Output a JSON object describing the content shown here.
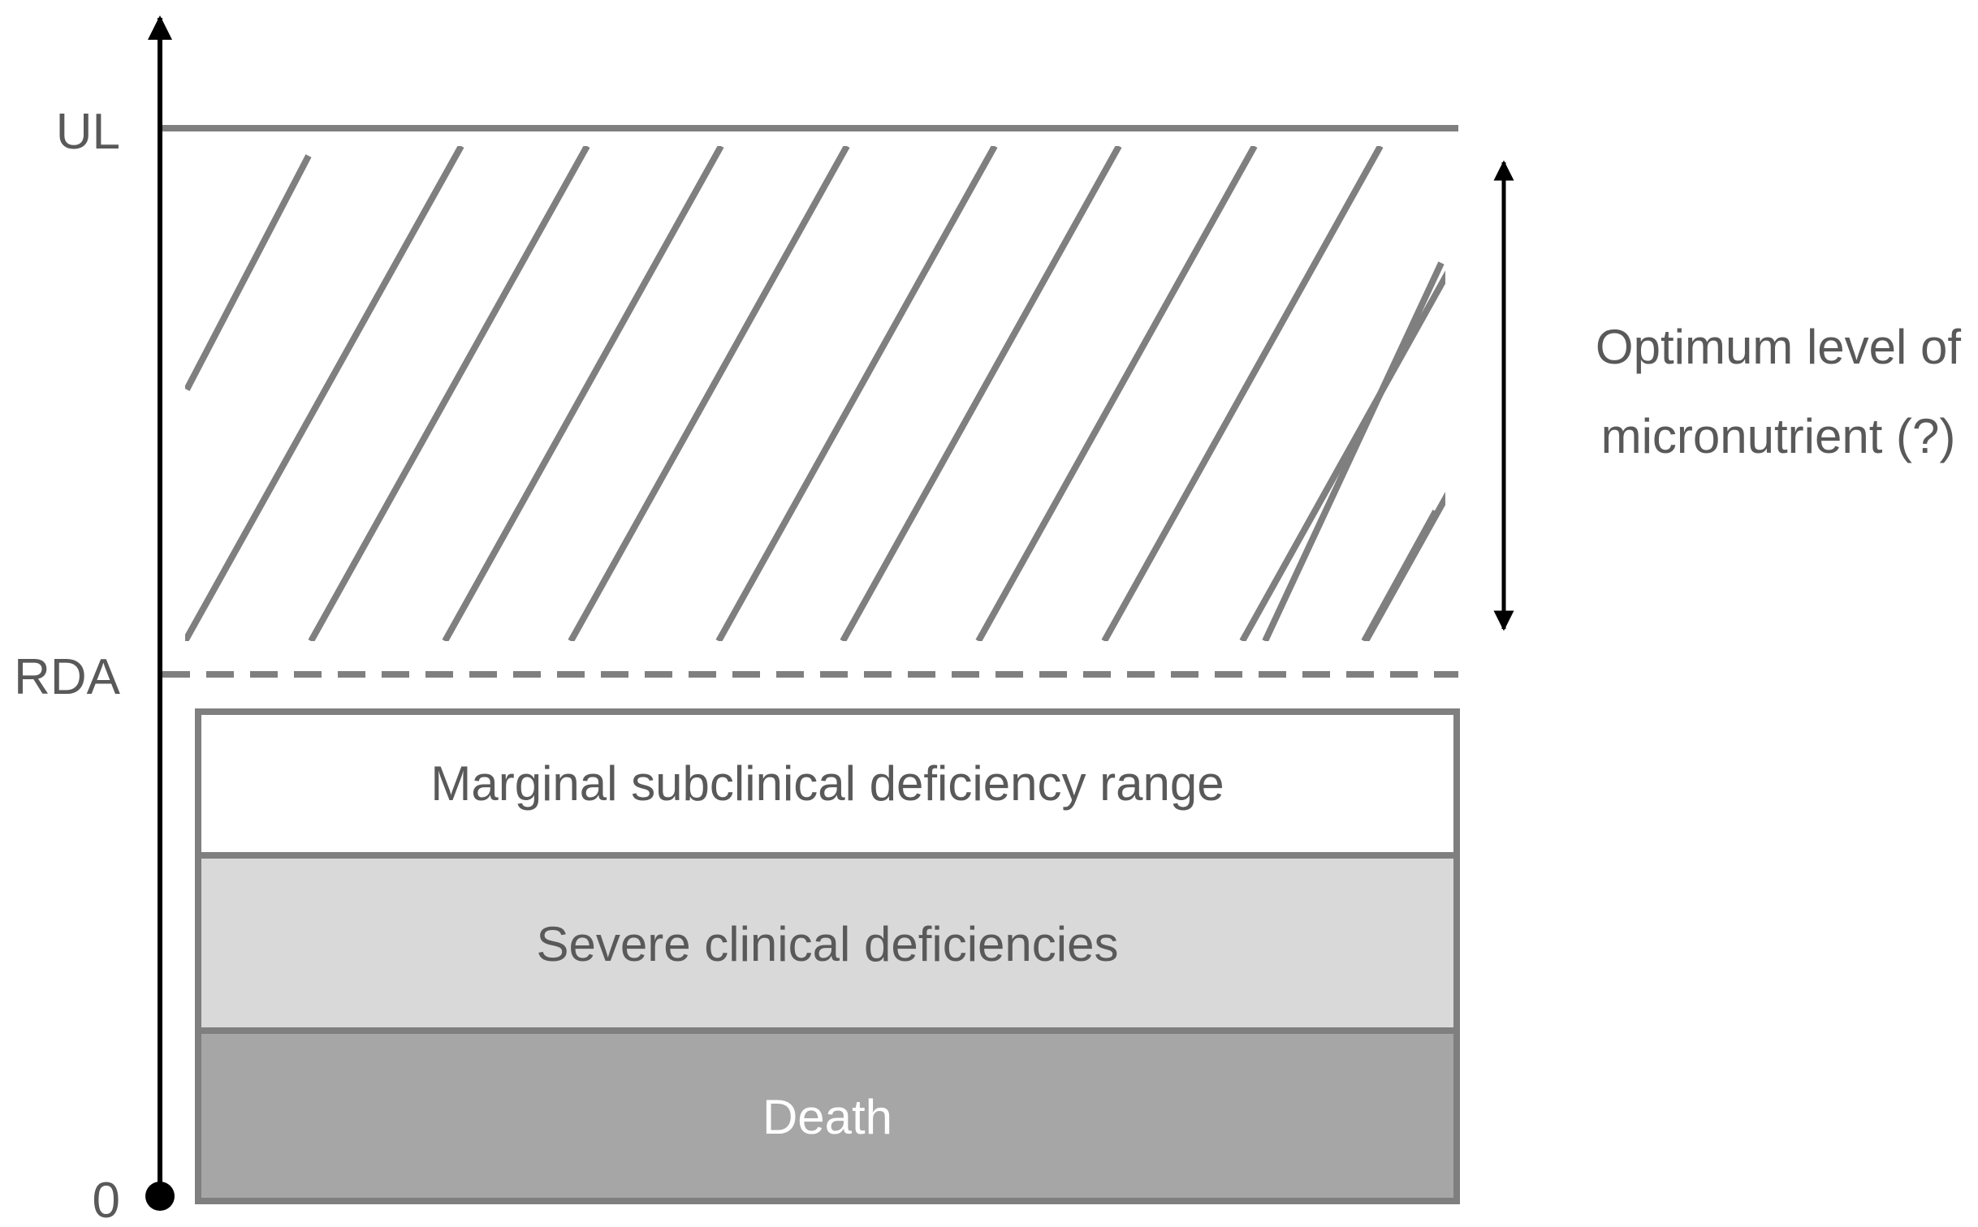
{
  "diagram": {
    "axis": {
      "labels": {
        "ul": "UL",
        "rda": "RDA",
        "zero": "0"
      }
    },
    "optimum_range": {
      "line1": "Optimum level of",
      "line2": "micronutrient (?)"
    },
    "boxes": [
      {
        "label": "Marginal subclinical deficiency range",
        "fill": "#ffffff",
        "text_color": "#595959"
      },
      {
        "label": "Severe clinical deficiencies",
        "fill": "#d9d9d9",
        "text_color": "#595959"
      },
      {
        "label": "Death",
        "fill": "#a6a6a6",
        "text_color": "#ffffff"
      }
    ],
    "colors": {
      "line": "#7f7f7f",
      "axis": "#000000",
      "text": "#595959"
    }
  }
}
